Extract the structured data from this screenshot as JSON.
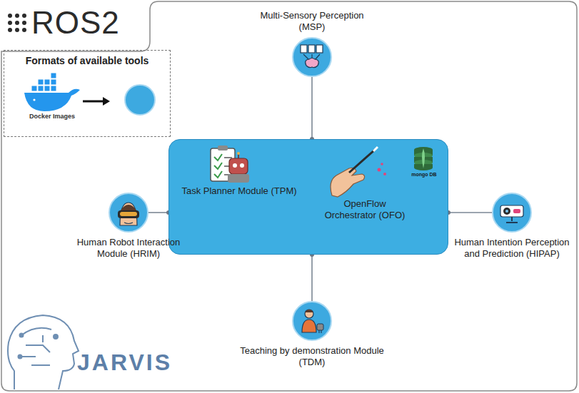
{
  "diagram": {
    "nodes": [
      {
        "text": [
          "mongo DB"
        ]
      },
      {
        "text": [
          "Task Planner Module (TPM)"
        ],
        "in": 0
      },
      {
        "text": [
          "OpenFlow Orchestrator (OFO)"
        ],
        "in": 0
      },
      {
        "text": [
          "Multi-Sensory Perception (MSP)"
        ]
      },
      {
        "text": [
          "Human Robot Interaction Module (HRIM)"
        ]
      },
      {
        "text": [
          "Human Intention Perception and Prediction (HIPAP)"
        ]
      },
      {
        "text": [
          "Teaching by demonstration Module (TDM)"
        ]
      },
      {
        "text": [
          "Formats of available tools"
        ]
      }
    ],
    "edges": [
      {
        "from": 0,
        "to": 3,
        "arrow": "none"
      },
      {
        "from": 0,
        "to": 4,
        "arrow": "none"
      },
      {
        "from": 0,
        "to": 5,
        "arrow": "none"
      },
      {
        "from": 0,
        "to": 6,
        "arrow": "none"
      }
    ],
    "labels": [
      "ROS2",
      "Docker Images",
      "JARVIS"
    ]
  }
}
